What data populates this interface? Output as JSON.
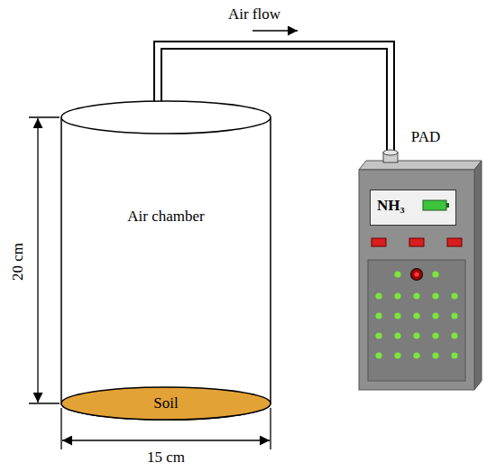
{
  "diagram": {
    "nodes": [
      {
        "text": [
          "Air chamber"
        ]
      },
      {
        "text": [
          "Soil"
        ],
        "in": 0
      },
      {
        "text": [
          "PAD"
        ]
      },
      {
        "text": [
          "NH₃"
        ],
        "in": 2
      }
    ],
    "edges": [
      {
        "from": 0,
        "to": 2,
        "arrow": "none",
        "label": "Air flow"
      }
    ],
    "labels": [
      "20 cm",
      "15 cm"
    ]
  }
}
